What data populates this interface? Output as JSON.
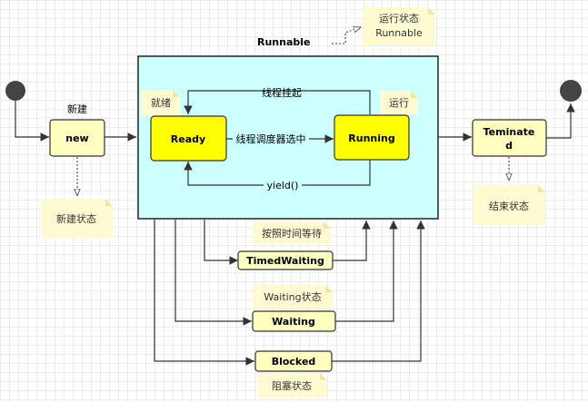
{
  "notes": {
    "runnable_state": [
      "运行状态",
      "Runnable"
    ],
    "ready_state": "就绪",
    "running_state": "运行",
    "new_state": "新建状态",
    "end_state": "结束状态",
    "timed_wait": "按照时间等待",
    "waiting_state": "Waiting状态",
    "blocked_state": "阻塞状态"
  },
  "labels": {
    "runnable": "Runnable",
    "new_title": "新建",
    "thread_suspend": "线程挂起",
    "scheduler_select": "线程调度器选中",
    "yield": "yield()"
  },
  "states": {
    "new": "new",
    "ready": "Ready",
    "running": "Running",
    "terminated": [
      "Teminate",
      "d"
    ],
    "timed_waiting": "TimedWaiting",
    "waiting": "Waiting",
    "blocked": "Blocked"
  },
  "colors": {
    "runnable_fill": "#ccffff",
    "state_fill": "#ffffc0",
    "highlight_fill": "#ffff00",
    "note_fill": "#fefbd2",
    "terminal": "#444444"
  }
}
